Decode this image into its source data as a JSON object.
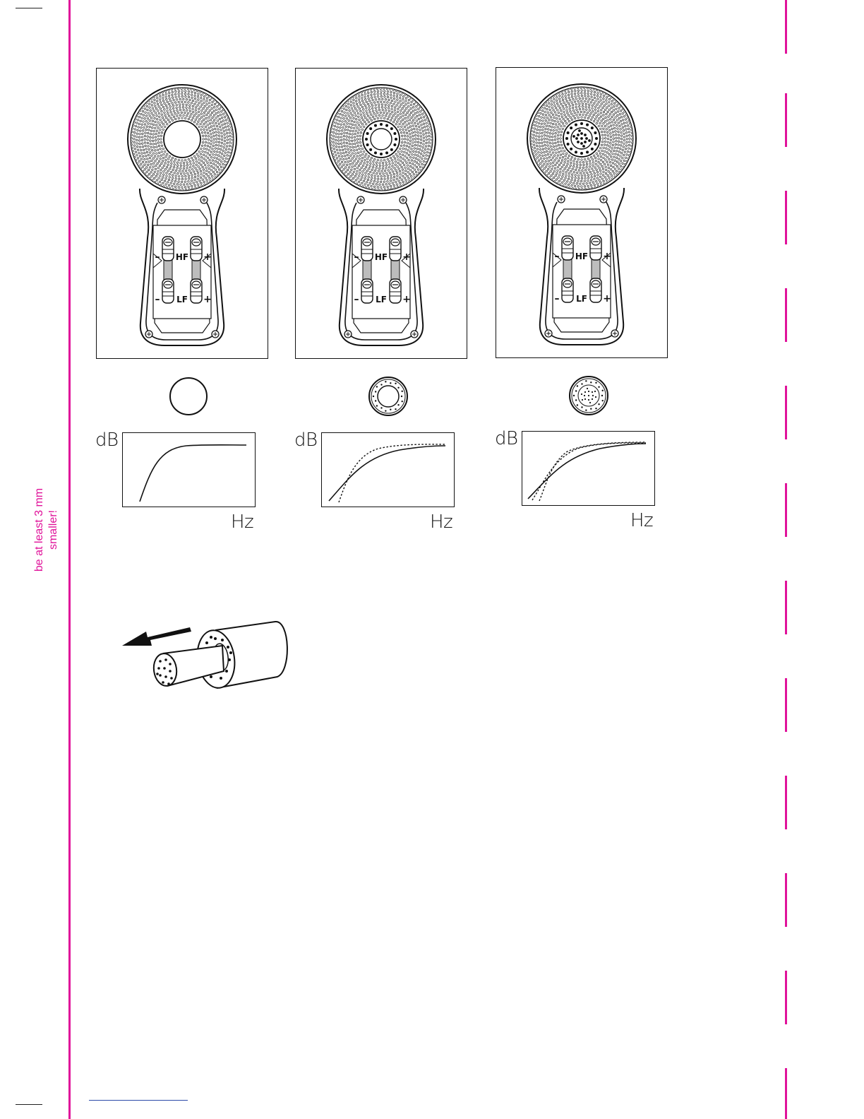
{
  "margin_note": {
    "line1": "be at least 3 mm",
    "line2": "smaller!"
  },
  "colors": {
    "accent": "#e0129a",
    "ink": "#111111",
    "link": "#2b4aa8"
  },
  "speakers": [
    {
      "variant": "no-plug",
      "terminals": {
        "hf": "HF",
        "lf": "LF",
        "minus": "–",
        "plus": "+"
      }
    },
    {
      "variant": "ring-plug",
      "terminals": {
        "hf": "HF",
        "lf": "LF",
        "minus": "–",
        "plus": "+"
      }
    },
    {
      "variant": "full-plug",
      "terminals": {
        "hf": "HF",
        "lf": "LF",
        "minus": "–",
        "plus": "+"
      }
    }
  ],
  "graphs": [
    {
      "ylabel": "dB",
      "xlabel": "Hz",
      "curves": [
        "solid"
      ]
    },
    {
      "ylabel": "dB",
      "xlabel": "Hz",
      "curves": [
        "solid",
        "dotted"
      ]
    },
    {
      "ylabel": "dB",
      "xlabel": "Hz",
      "curves": [
        "solid",
        "dotted",
        "dotted"
      ]
    }
  ],
  "icons": {
    "plug_no": "open-port-icon",
    "plug_ring": "ring-foam-plug-icon",
    "plug_full": "full-foam-plug-icon",
    "removal": "foam-plug-removal-illustration"
  }
}
